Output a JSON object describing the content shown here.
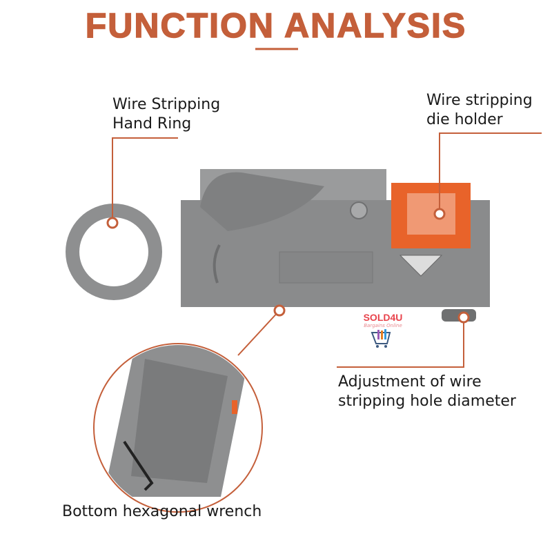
{
  "title": "FUNCTION ANALYSIS",
  "labels": {
    "hand_ring": [
      "Wire Stripping",
      "Hand Ring"
    ],
    "die_holder": [
      "Wire stripping",
      "die holder"
    ],
    "adjustment": [
      "Adjustment of wire",
      "stripping hole diameter"
    ],
    "wrench": "Bottom hexagonal wrench"
  },
  "watermark": {
    "name": "SOLD4U",
    "tagline": "Bargains Online"
  },
  "colors": {
    "accent": "#c45f3a",
    "tool_gray": "#8e8f90",
    "die_orange": "#e8632a"
  }
}
